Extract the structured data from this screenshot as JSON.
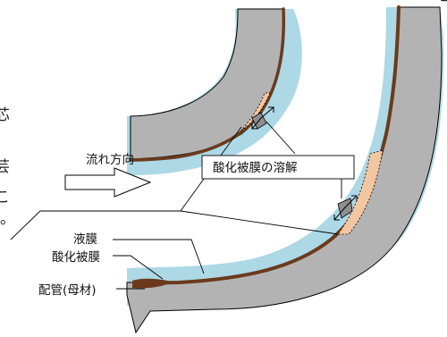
{
  "diagram": {
    "flow_direction_label": "流れ方向",
    "oxide_dissolution_label": "酸化被膜の溶解",
    "liquid_film_label": "液膜",
    "oxide_film_label": "酸化被膜",
    "pipe_base_label": "配管(母材)",
    "cropped_text_chars": [
      "芯",
      "芸",
      "こ",
      "。"
    ]
  },
  "colors": {
    "pipe_wall": "#b3b3b3",
    "liquid_film": "#add8e6",
    "oxide_film": "#6b3a1c",
    "dissolution_zone": "#f2c6a0",
    "outline": "#000000"
  },
  "icons": [
    "flow-arrow-icon",
    "dissolution-arrow-icon"
  ]
}
